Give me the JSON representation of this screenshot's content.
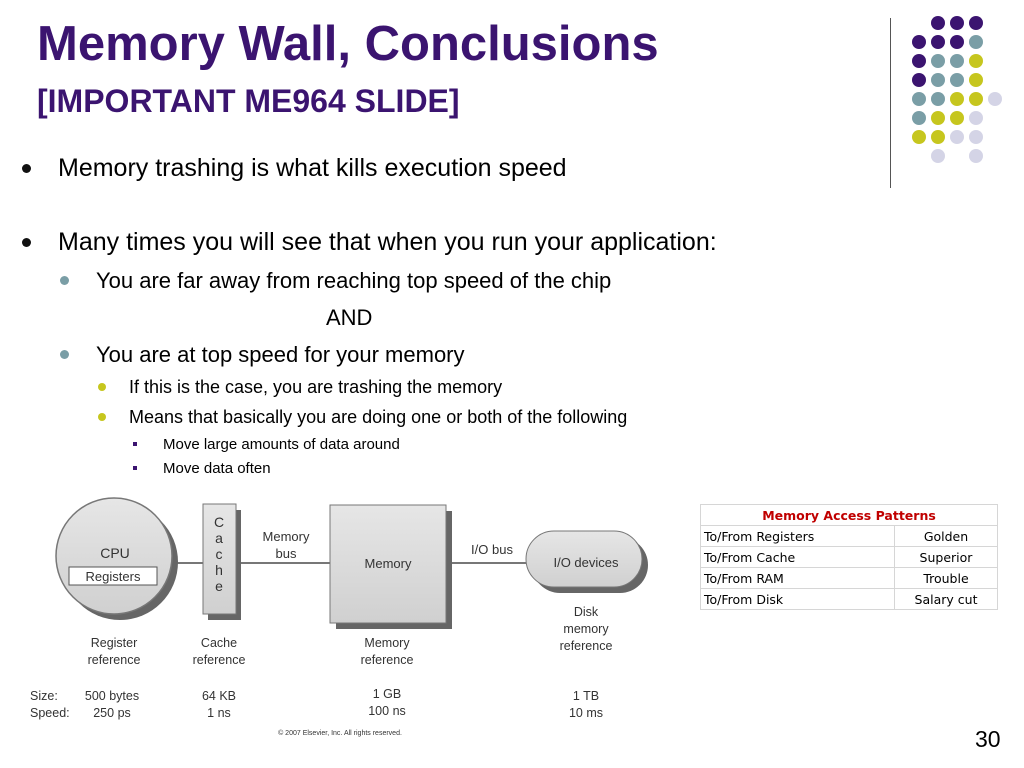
{
  "slide": {
    "title": "Memory Wall, Conclusions",
    "subtitle": "[IMPORTANT ME964 SLIDE]",
    "page_number": "30"
  },
  "colors": {
    "purple": "#3b1470",
    "teal": "#7a9ea6",
    "olive": "#c6c61e",
    "lavender": "#d4d4e6"
  },
  "bullets": [
    {
      "text": "Memory trashing is what kills execution speed"
    },
    {
      "text": "Many times you will see that when you run your application:"
    },
    {
      "text": "You are far away from reaching top speed of the chip"
    },
    {
      "text": "AND"
    },
    {
      "text": "You are at top speed for your memory"
    },
    {
      "text": "If this is the case, you are trashing the memory"
    },
    {
      "text": "Means that basically you are doing one or both of the following"
    },
    {
      "text": "Move large amounts of data around"
    },
    {
      "text": "Move data often"
    }
  ],
  "diagram": {
    "cpu": "CPU",
    "registers": "Registers",
    "cache": [
      "C",
      "a",
      "c",
      "h",
      "e"
    ],
    "memory_bus": [
      "Memory",
      "bus"
    ],
    "memory": "Memory",
    "io_bus": "I/O bus",
    "io_devices": "I/O devices",
    "disk_ref": [
      "Disk",
      "memory",
      "reference"
    ],
    "register_ref": [
      "Register",
      "reference"
    ],
    "cache_ref": [
      "Cache",
      "reference"
    ],
    "memory_ref": [
      "Memory",
      "reference"
    ],
    "size_label": "Size:",
    "speed_label": "Speed:",
    "sizes": [
      "500 bytes",
      "64 KB",
      "1 GB",
      "1 TB"
    ],
    "speeds": [
      "250 ps",
      "1 ns",
      "100 ns",
      "10 ms"
    ],
    "copyright": "© 2007 Elsevier, Inc. All rights reserved."
  },
  "table": {
    "header": "Memory Access Patterns",
    "rows": [
      {
        "pattern": "To/From Registers",
        "rating": "Golden"
      },
      {
        "pattern": "To/From Cache",
        "rating": "Superior"
      },
      {
        "pattern": "To/From RAM",
        "rating": "Trouble"
      },
      {
        "pattern": "To/From Disk",
        "rating": "Salary cut"
      }
    ]
  }
}
